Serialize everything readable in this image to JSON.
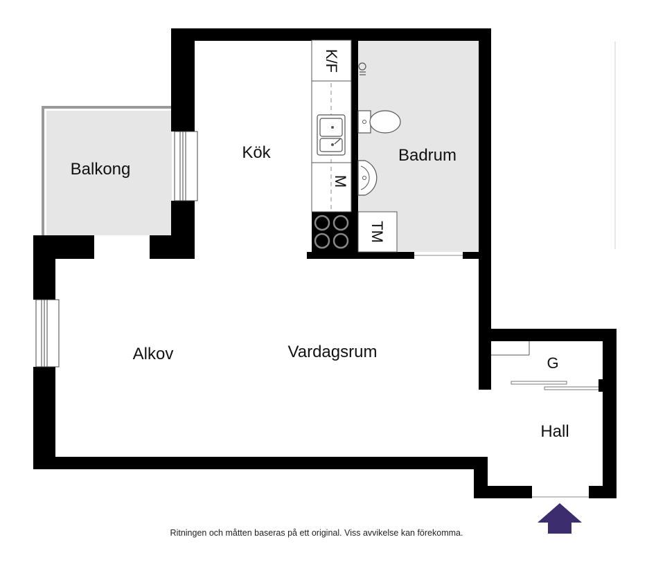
{
  "rooms": {
    "balkong": "Balkong",
    "kok": "Kök",
    "badrum": "Badrum",
    "alkov": "Alkov",
    "vardagsrum": "Vardagsrum",
    "hall": "Hall"
  },
  "fixtures": {
    "fridge": "K/F",
    "dishwasher": "M",
    "washer": "TM",
    "wardrobe": "G"
  },
  "footer_note": "Ritningen och måtten baseras på ett original. Viss avvikelse kan förekomma.",
  "colors": {
    "wall": "#000000",
    "bathroom_floor": "#e6e6e6",
    "balcony_floor": "#e6e6e6",
    "entrance_arrow": "#3b2d6e"
  },
  "icons": {
    "entrance": "entrance-arrow-icon",
    "sink": "kitchen-sink-icon",
    "stove": "stove-icon",
    "toilet": "toilet-icon",
    "basin": "washbasin-icon",
    "tap": "tap-icon"
  }
}
